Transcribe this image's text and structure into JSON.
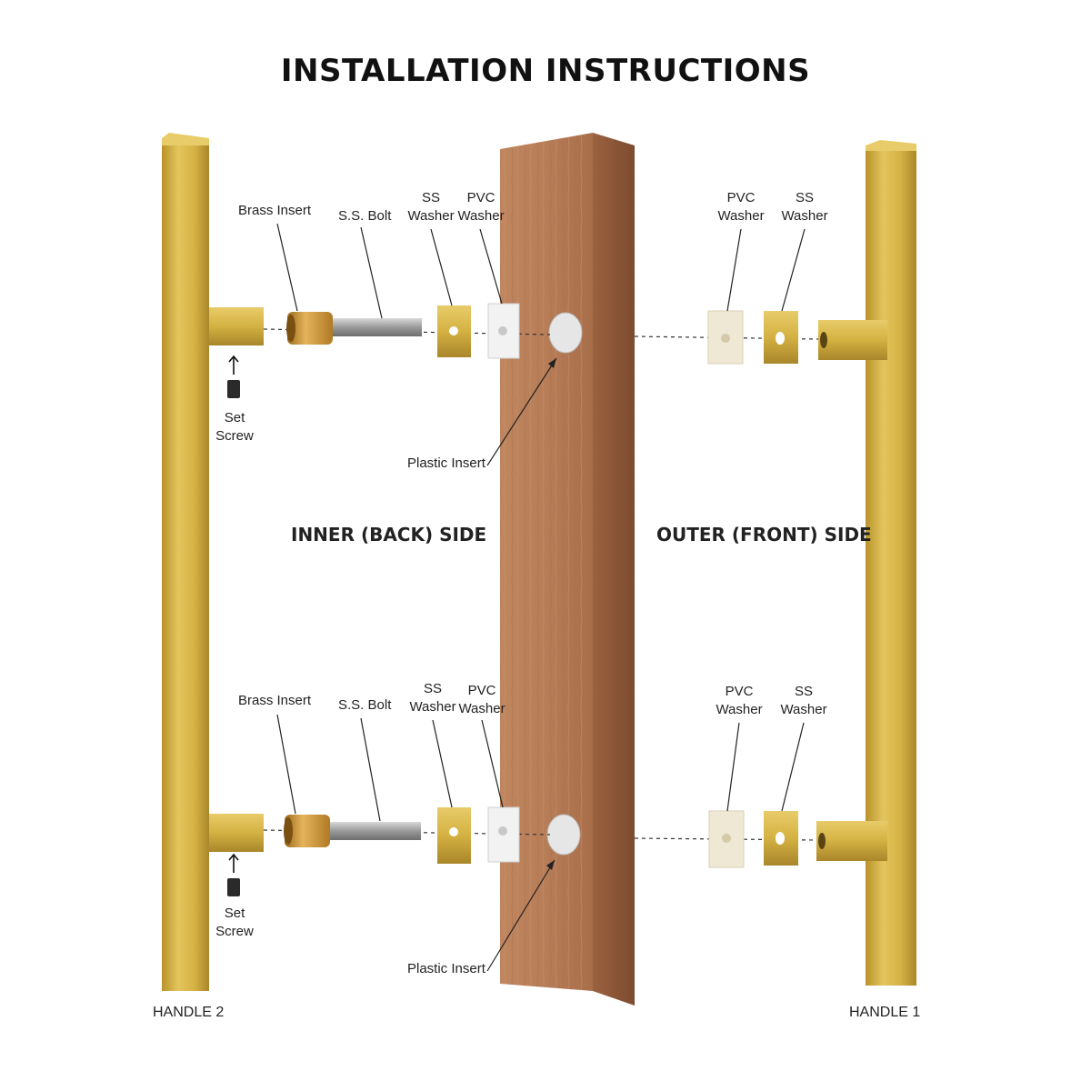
{
  "title": "INSTALLATION INSTRUCTIONS",
  "sides": {
    "inner": "INNER (BACK) SIDE",
    "outer": "OUTER (FRONT) SIDE"
  },
  "handles": {
    "left": "HANDLE 2",
    "right": "HANDLE 1"
  },
  "top_assembly": {
    "brass_insert": "Brass Insert",
    "ss_bolt": "S.S. Bolt",
    "ss_washer_inner": [
      "SS",
      "Washer"
    ],
    "pvc_washer_inner": [
      "PVC",
      "Washer"
    ],
    "pvc_washer_outer": [
      "PVC",
      "Washer"
    ],
    "ss_washer_outer": [
      "SS",
      "Washer"
    ],
    "set_screw": [
      "Set",
      "Screw"
    ],
    "plastic_insert": "Plastic Insert"
  },
  "bottom_assembly": {
    "brass_insert": "Brass Insert",
    "ss_bolt": "S.S. Bolt",
    "ss_washer_inner": [
      "SS",
      "Washer"
    ],
    "pvc_washer_inner": [
      "PVC",
      "Washer"
    ],
    "pvc_washer_outer": [
      "PVC",
      "Washer"
    ],
    "ss_washer_outer": [
      "SS",
      "Washer"
    ],
    "set_screw": [
      "Set",
      "Screw"
    ],
    "plastic_insert": "Plastic Insert"
  },
  "colors": {
    "brass": "#d4b142",
    "brass_dark": "#b8932a",
    "brass_light": "#e8cc6a",
    "wood": "#b27a55",
    "wood_dark": "#8c5a3a",
    "pvc": "#f2f2f2",
    "pvc_outer": "#efe8d4"
  }
}
